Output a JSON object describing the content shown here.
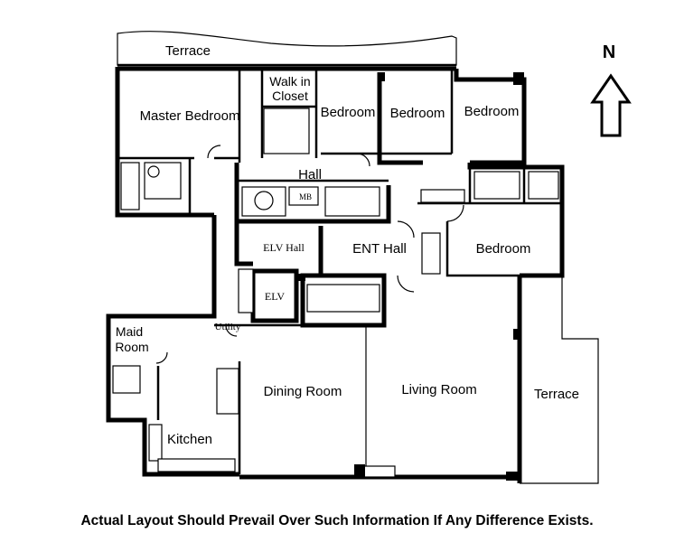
{
  "rooms": {
    "terrace_top": "Terrace",
    "walk_in_closet_line1": "Walk in",
    "walk_in_closet_line2": "Closet",
    "master_bedroom": "Master Bedroom",
    "bedroom_1": "Bedroom",
    "bedroom_2": "Bedroom",
    "bedroom_3": "Bedroom",
    "hall": "Hall",
    "elv_hall": "ELV Hall",
    "ent_hall": "ENT Hall",
    "bedroom_4": "Bedroom",
    "elv": "ELV",
    "mb": "MB",
    "utility": "Utility",
    "maid_room_line1": "Maid",
    "maid_room_line2": "Room",
    "dining_room": "Dining Room",
    "living_room": "Living Room",
    "terrace_right": "Terrace",
    "kitchen": "Kitchen"
  },
  "compass": {
    "label": "N",
    "icon": "north-arrow-icon"
  },
  "disclaimer": "Actual Layout Should Prevail Over Such Information If Any Difference Exists."
}
